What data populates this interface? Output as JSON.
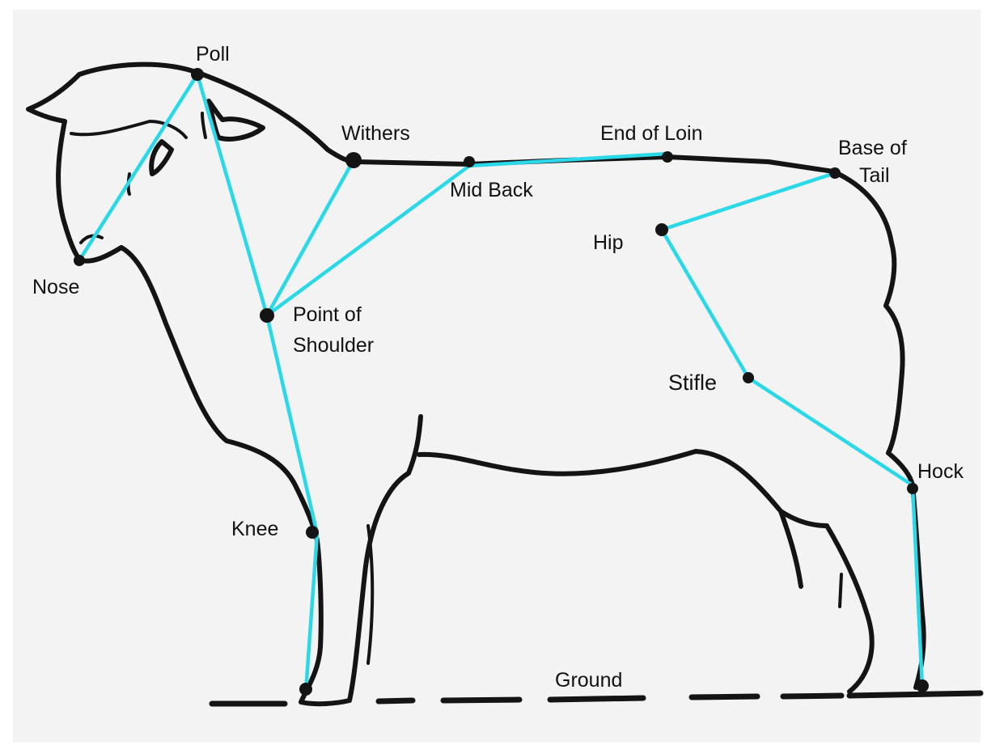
{
  "colors": {
    "outline": "#141414",
    "guide_lines": "#2ad8e8",
    "paper": "#f3f3f3"
  },
  "labels": {
    "poll": "Poll",
    "withers": "Withers",
    "end_of_loin": "End of Loin",
    "base_of_tail_line1": "Base of",
    "base_of_tail_line2": "Tail",
    "mid_back": "Mid Back",
    "hip": "Hip",
    "nose": "Nose",
    "point_of_shoulder_line1": "Point of",
    "point_of_shoulder_line2": "Shoulder",
    "stifle": "Stifle",
    "hock": "Hock",
    "knee": "Knee",
    "ground": "Ground"
  }
}
